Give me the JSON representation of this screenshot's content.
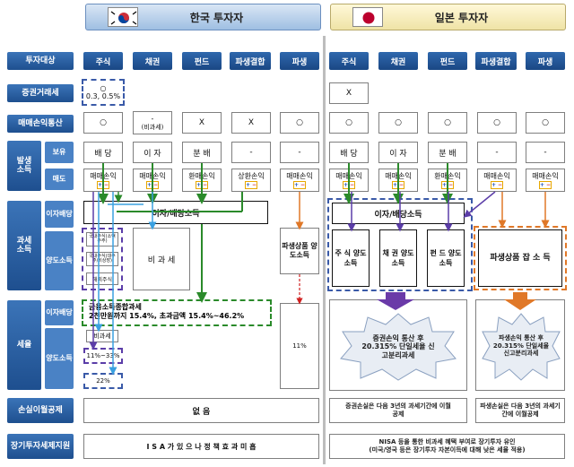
{
  "header": {
    "korea_title": "한국 투자자",
    "japan_title": "일본 투자자",
    "korea_flag": "korea-flag-icon",
    "japan_flag": "japan-flag-icon"
  },
  "columns": {
    "row_label": "투자대상",
    "korea": [
      "주식",
      "채권",
      "펀드",
      "파생결합",
      "파생"
    ],
    "japan": [
      "주식",
      "채권",
      "펀드",
      "파생결합",
      "파생"
    ]
  },
  "rows": {
    "securities_tax": {
      "label": "증권거래세",
      "korea_stock_top": "○",
      "korea_stock_bottom": "0.3, 0.5%",
      "japan_stock": "X"
    },
    "loss_offset": {
      "label": "매매손익통산",
      "korea": [
        "○",
        "-",
        "X",
        "X",
        "○"
      ],
      "korea_bond_note": "(비과세)",
      "japan": [
        "○",
        "○",
        "○",
        "○",
        "○"
      ]
    },
    "income_source": {
      "label": "발생소득",
      "hold_label": "보유",
      "sell_label": "매도",
      "korea_hold": [
        "배 당",
        "이 자",
        "분 배",
        "-",
        "-"
      ],
      "japan_hold": [
        "배 당",
        "이 자",
        "분 배",
        "-",
        "-"
      ],
      "korea_sell": [
        "매매손익",
        "매매손익",
        "환매손익",
        "상환손익",
        "매매손익"
      ],
      "japan_sell": [
        "매매손익",
        "매매손익",
        "환매손익",
        "매매손익",
        "매매손익"
      ]
    },
    "taxable_income": {
      "label": "과세소득",
      "interest_label": "이자배당",
      "transfer_label": "양도소득",
      "korea_interest_box": "이자/배당소득",
      "japan_interest_box": "이자/배당소득",
      "korea_small_1": "국내주식(소액주주)",
      "korea_small_2": "국내주식(대주주/비상장)",
      "korea_small_3": "해외주식",
      "korea_nontax": "비 과 세",
      "korea_deriv": "파생상품 양도소득",
      "japan_stock": "주 식 양도소득",
      "japan_bond": "채 권 양도소득",
      "japan_fund": "펀 드 양도소득",
      "japan_deriv": "파생상품 잡 소 득"
    },
    "tax_rate": {
      "label": "세율",
      "interest_label": "이자배당",
      "transfer_label": "양도소득",
      "korea_fin_line1": "금융소득종합과세",
      "korea_fin_line2": "2천만원까지 15.4%, 초과금액 15.4%~46.2%",
      "korea_nontax": "비과세",
      "korea_range": "11%~33%",
      "korea_22": "22%",
      "korea_deriv": "11%",
      "japan_burst1": "증권손익 통산 후 20.315% 단일세율 신고분리과세",
      "japan_burst2": "파생손익 통산 후 20.315% 단일세율 신고분리과세"
    },
    "loss_carry": {
      "label": "손실이월공제",
      "korea": "없 음",
      "japan_sec": "증권손실은 다음 3년의 과세기간에 이월공제",
      "japan_deriv": "파생손실은 다음 3년의 과세기간에 이월공제"
    },
    "long_term": {
      "label": "장기투자세제지원",
      "korea": "I S A 가 있 으 나 정 책 효 과 미 흡",
      "japan_line1": "NISA 등을 통한 비과세 혜택 부여로 장기투자 유인",
      "japan_line2": "(미국/영국 등은 장기투자 자본이득에 대해 낮은 세율 적용)"
    }
  },
  "colors": {
    "header_blue": "#2f68ad",
    "label_blue": "#1e4f8f",
    "green": "#2a8a2a",
    "purple": "#5b3da8",
    "orange": "#e07828",
    "light_blue": "#3aa0e0"
  }
}
